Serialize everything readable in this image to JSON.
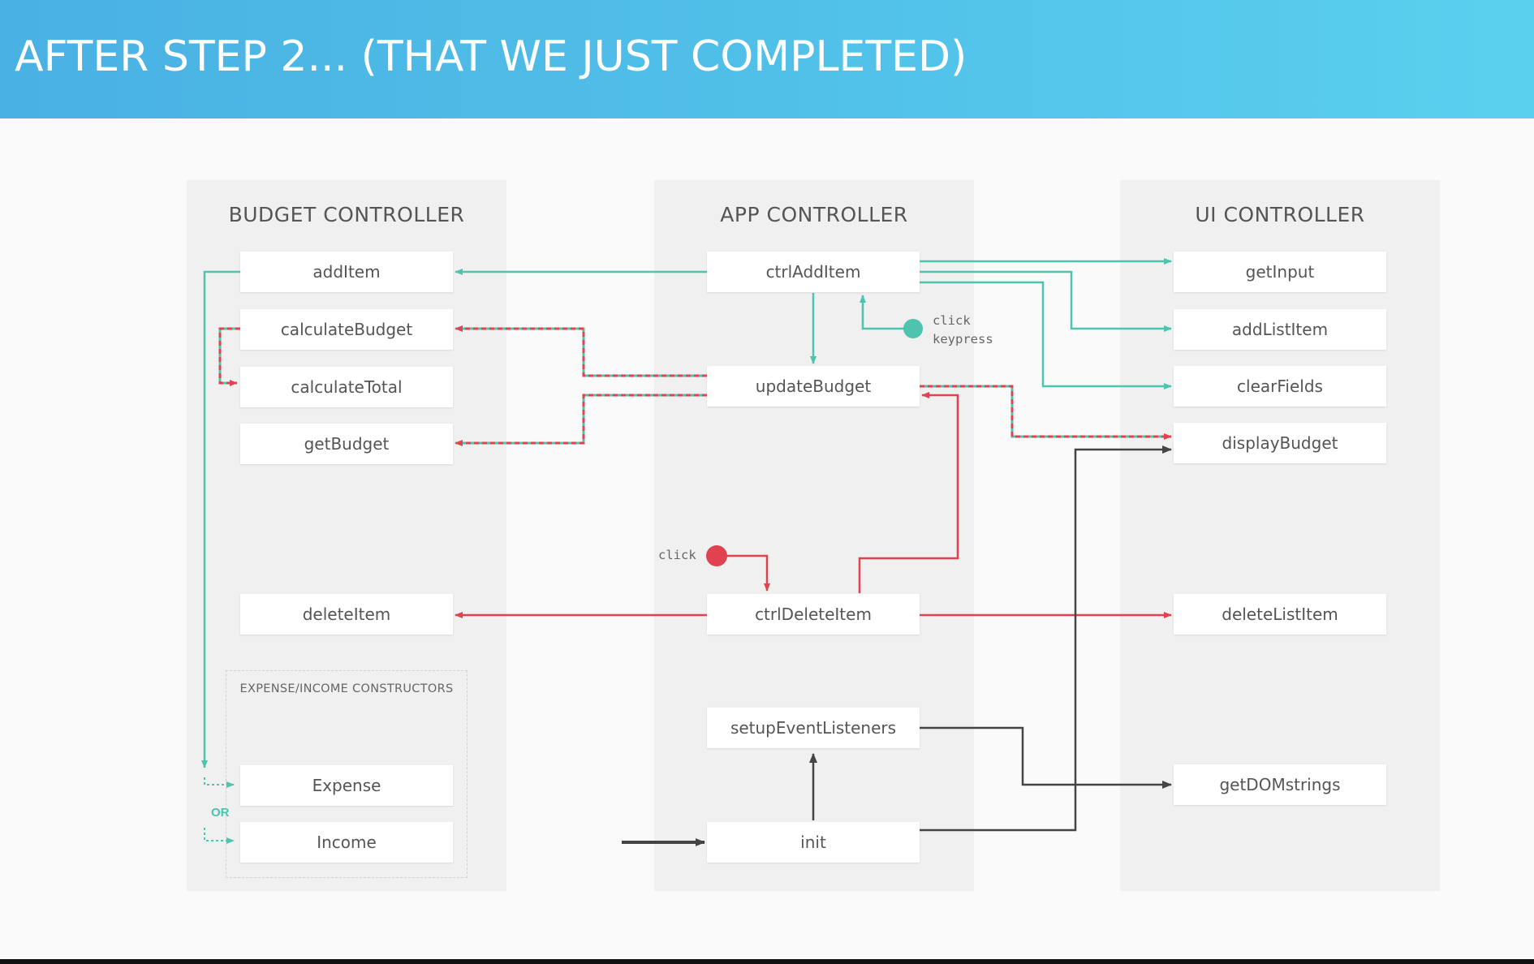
{
  "title": "AFTER STEP 2... (THAT WE JUST COMPLETED)",
  "colors": {
    "header": "#52c3ea",
    "teal": "#4dc4ae",
    "red": "#e0434f",
    "dark": "#444444"
  },
  "columns": {
    "budget": {
      "title": "BUDGET CONTROLLER",
      "items": {
        "add_item": "addItem",
        "calculate_budget": "calculateBudget",
        "calculate_total": "calculateTotal",
        "get_budget": "getBudget",
        "delete_item": "deleteItem"
      },
      "constructors": {
        "label": "EXPENSE/INCOME CONSTRUCTORS",
        "expense": "Expense",
        "income": "Income",
        "or_label": "OR"
      }
    },
    "app": {
      "title": "APP CONTROLLER",
      "items": {
        "ctrl_add_item": "ctrlAddItem",
        "update_budget": "updateBudget",
        "ctrl_delete_item": "ctrlDeleteItem",
        "setup_event_listeners": "setupEventListeners",
        "init": "init"
      }
    },
    "ui": {
      "title": "UI CONTROLLER",
      "items": {
        "get_input": "getInput",
        "add_list_item": "addListItem",
        "clear_fields": "clearFields",
        "display_budget": "displayBudget",
        "delete_list_item": "deleteListItem",
        "get_dom_strings": "getDOMstrings"
      }
    }
  },
  "events": {
    "add_click": "click",
    "add_keypress": "keypress",
    "delete_click": "click"
  }
}
